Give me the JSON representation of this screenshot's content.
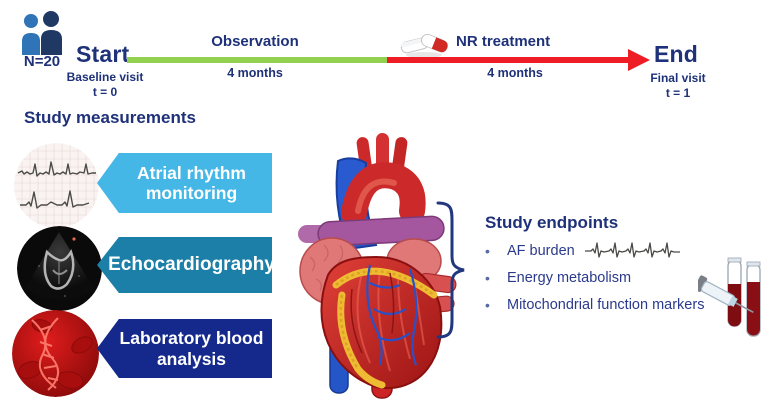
{
  "palette": {
    "navy_text": "#1e3179",
    "observation_green": "#92d050",
    "treatment_red": "#ee1c25",
    "box_light_blue": "#45b7e6",
    "box_teal": "#1c7fa8",
    "box_dark_blue": "#15298c",
    "person_light": "#2e74b6",
    "person_dark": "#1f3864"
  },
  "timeline": {
    "cohort_label": "N=20",
    "start": {
      "title": "Start",
      "sub1": "Baseline visit",
      "sub2": "t = 0"
    },
    "observation": {
      "label": "Observation",
      "duration": "4 months"
    },
    "treatment": {
      "label": "NR treatment",
      "duration": "4 months"
    },
    "end": {
      "title": "End",
      "sub1": "Final visit",
      "sub2": "t = 1"
    }
  },
  "measurements": {
    "heading": "Study measurements",
    "items": [
      {
        "label": "Atrial rhythm monitoring",
        "color": "#45b7e6",
        "image": "ecg-strip"
      },
      {
        "label": "Echocardiography",
        "color": "#1c7fa8",
        "image": "echocardiogram"
      },
      {
        "label": "Laboratory blood analysis",
        "color": "#15298c",
        "image": "blood-sample"
      }
    ]
  },
  "endpoints": {
    "heading": "Study endpoints",
    "items": [
      "AF burden",
      "Energy metabolism",
      "Mitochondrial function markers"
    ]
  },
  "icons": {
    "people": "two-patients-icon",
    "pills": "nr-capsules-icon",
    "heart": "anatomical-heart-illustration",
    "brace": "curly-brace",
    "ecg_trace": "ecg-trace-icon",
    "blood_tubes": "blood-tubes-syringe-icon"
  }
}
